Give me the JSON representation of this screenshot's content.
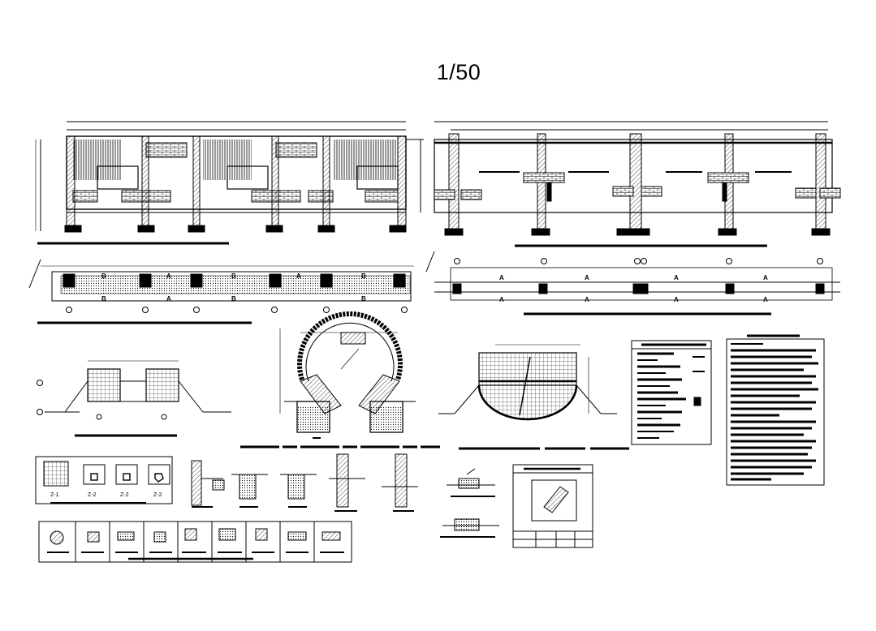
{
  "sheet": {
    "scale_label": "1/50"
  },
  "plan_a_labels": {
    "b": "B",
    "a": "A"
  },
  "plan_b_labels": {
    "a": "A"
  },
  "detail_tags": {
    "z1": "Z-1",
    "z2a": "Z-2",
    "z2b": "Z-2",
    "z2c": "Z-2"
  },
  "colors": {
    "line": "#000000",
    "background": "#ffffff"
  }
}
